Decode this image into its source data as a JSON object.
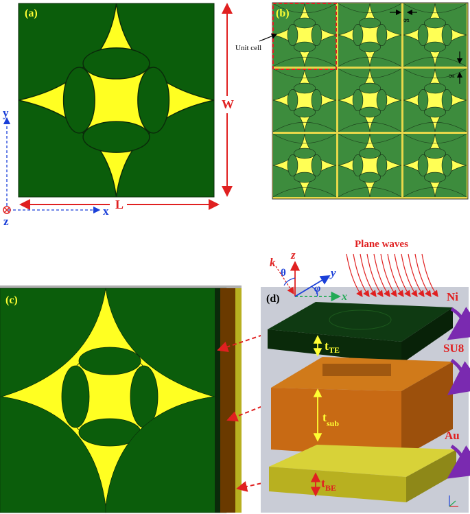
{
  "panels": {
    "a": {
      "label": "(a)",
      "dim_w": "W",
      "dim_l": "L",
      "axis_x": "x",
      "axis_y": "y",
      "axis_z": "z"
    },
    "b": {
      "label": "(b)",
      "unit_cell": "Unit cell",
      "gap_top": "g",
      "gap_right": "g"
    },
    "c": {
      "label": "(c)"
    },
    "d": {
      "label": "(d)",
      "plane_waves": "Plane waves",
      "k": "k",
      "theta": "θ",
      "phi": "φ",
      "axis_x": "x",
      "axis_y": "y",
      "axis_z": "z",
      "materials": [
        "Ni",
        "SU8",
        "Au"
      ],
      "t_te_main": "t",
      "t_te_sub": "TE",
      "t_sub_main": "t",
      "t_sub_sub": "sub",
      "t_be_main": "t",
      "t_be_sub": "BE"
    }
  },
  "colors": {
    "metal_green": "#0b5d0b",
    "tile_green": "#3d8c3d",
    "slot_yellow": "#ffff22",
    "substrate_brown": "#6a3a00",
    "su8_orange": "#c86a14",
    "gold": "#c8c22a",
    "dim_red": "#e02020",
    "axis_blue": "#1a3fd8",
    "arrow_purple": "#7a2ab0"
  }
}
